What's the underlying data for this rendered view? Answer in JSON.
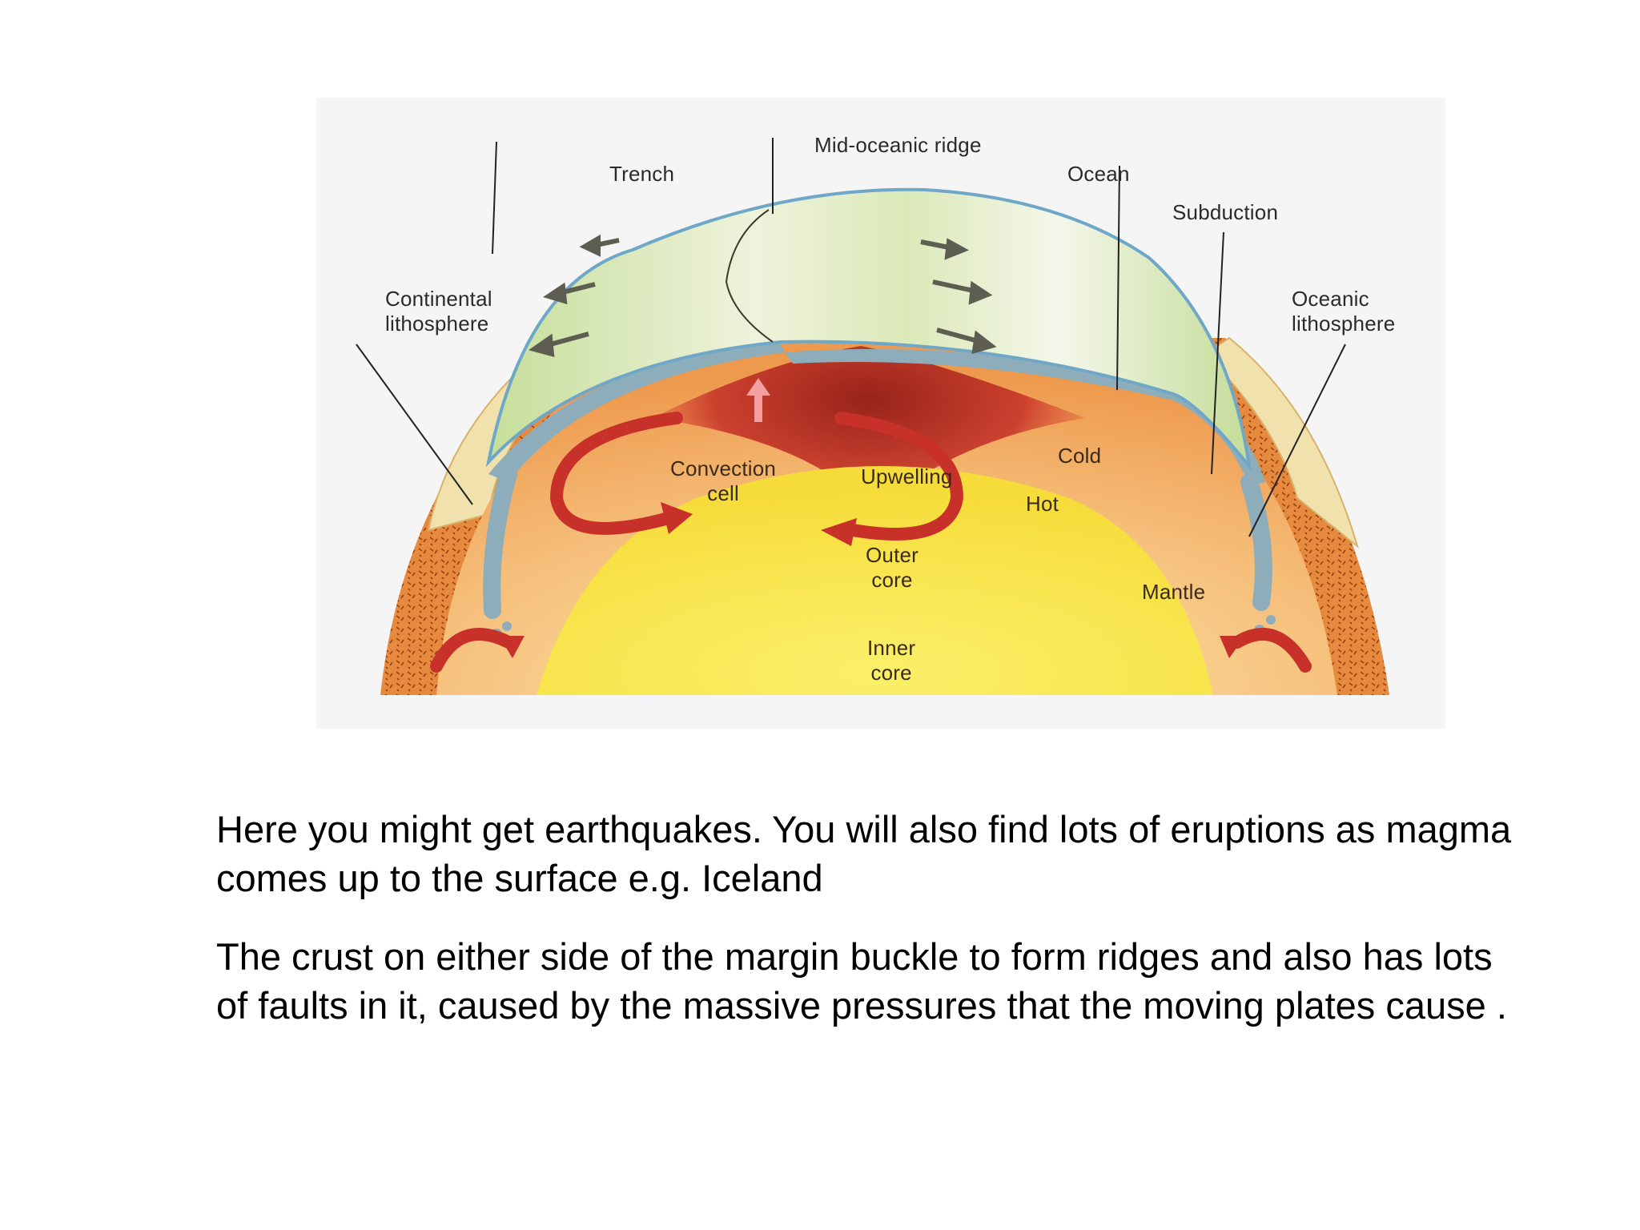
{
  "diagram": {
    "title": "Plate tectonics cross-section",
    "labels": {
      "mid_oceanic_ridge": "Mid-oceanic ridge",
      "trench": "Trench",
      "ocean": "Ocean",
      "subduction": "Subduction",
      "continental_lithosphere_line1": "Continental",
      "continental_lithosphere_line2": "lithosphere",
      "oceanic_lithosphere_line1": "Oceanic",
      "oceanic_lithosphere_line2": "lithosphere",
      "convection_cell_line1": "Convection",
      "convection_cell_line2": "cell",
      "upwelling": "Upwelling",
      "cold": "Cold",
      "hot": "Hot",
      "outer_core_line1": "Outer",
      "outer_core_line2": "core",
      "mantle": "Mantle",
      "inner_core_line1": "Inner",
      "inner_core_line2": "core"
    },
    "colors": {
      "panel_bg": "#f5f5f5",
      "ocean_plate": "#cfe3a6",
      "plate_edge": "#7fb3cf",
      "lithosphere_band": "#8fb0bd",
      "mantle": "#f2a15a",
      "mantle_dark": "#e07b32",
      "upwelling": "#b3261e",
      "convection_arrow": "#c8302a",
      "outer_core": "#f9e35a",
      "continent": "#f0dfa8"
    }
  },
  "text": {
    "paragraph1": "Here you might get earthquakes.  You will also find lots of eruptions as magma comes up to the surface e.g. Iceland",
    "paragraph2": "The crust on either side of the margin buckle to form ridges and also has lots of faults in it, caused by the massive pressures that the moving plates cause ."
  }
}
